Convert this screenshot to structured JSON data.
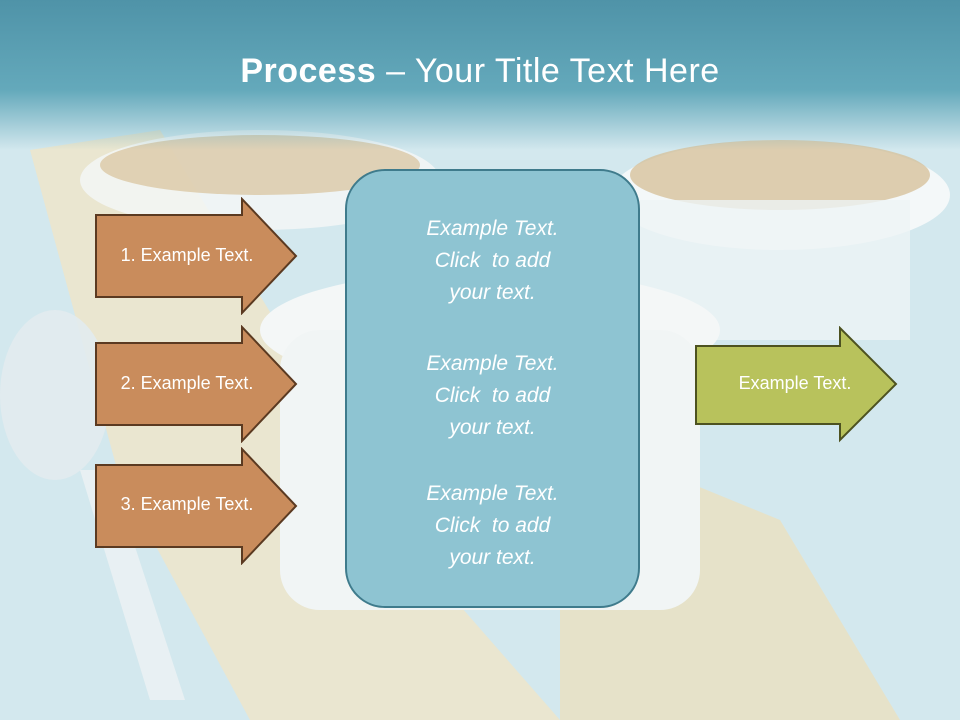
{
  "title": {
    "bold": "Process",
    "rest": " – Your Title Text Here"
  },
  "left_steps": [
    {
      "label": "1. Example Text."
    },
    {
      "label": "2. Example Text."
    },
    {
      "label": "3. Example Text."
    }
  ],
  "center_blocks": [
    {
      "line1": "Example Text.",
      "line2": "Click  to add",
      "line3": "your text."
    },
    {
      "line1": "Example Text.",
      "line2": "Click  to add",
      "line3": "your text."
    },
    {
      "line1": "Example Text.",
      "line2": "Click  to add",
      "line3": "your text."
    }
  ],
  "output_arrow": {
    "label": "Example Text."
  },
  "colors": {
    "left_arrow_fill": "#c98c5c",
    "left_arrow_stroke": "#5b3a21",
    "center_fill": "#8ec4d2",
    "output_fill": "#b8c25c",
    "title_band": "#5a9fb2"
  }
}
